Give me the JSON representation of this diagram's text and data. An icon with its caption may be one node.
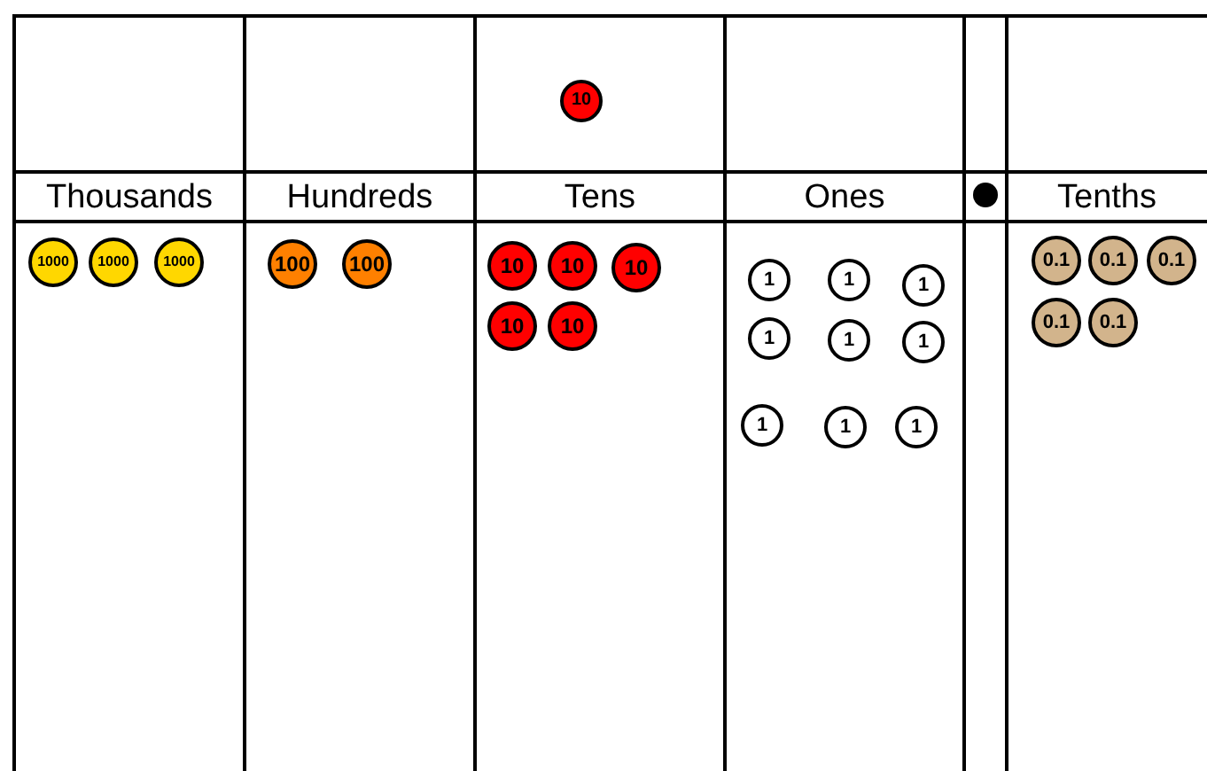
{
  "diagram": {
    "nodes": [
      {
        "text": [
          "10"
        ]
      },
      {
        "text": [
          "1000"
        ]
      },
      {
        "text": [
          "1000"
        ]
      },
      {
        "text": [
          "1000"
        ]
      },
      {
        "text": [
          "100"
        ]
      },
      {
        "text": [
          "100"
        ]
      },
      {
        "text": [
          "10"
        ]
      },
      {
        "text": [
          "10"
        ]
      },
      {
        "text": [
          "10"
        ]
      },
      {
        "text": [
          "10"
        ]
      },
      {
        "text": [
          "10"
        ]
      },
      {
        "text": [
          "1"
        ]
      },
      {
        "text": [
          "1"
        ]
      },
      {
        "text": [
          "1"
        ]
      },
      {
        "text": [
          "1"
        ]
      },
      {
        "text": [
          "1"
        ]
      },
      {
        "text": [
          "1"
        ]
      },
      {
        "text": [
          "1"
        ]
      },
      {
        "text": [
          "1"
        ]
      },
      {
        "text": [
          "1"
        ]
      },
      {
        "text": [
          "0.1"
        ]
      },
      {
        "text": [
          "0.1"
        ]
      },
      {
        "text": [
          "0.1"
        ]
      },
      {
        "text": [
          "0.1"
        ]
      },
      {
        "text": [
          "0.1"
        ]
      }
    ],
    "labels": [
      "Thousands",
      "Hundreds",
      "Tens",
      "Ones",
      "Tenths"
    ]
  }
}
